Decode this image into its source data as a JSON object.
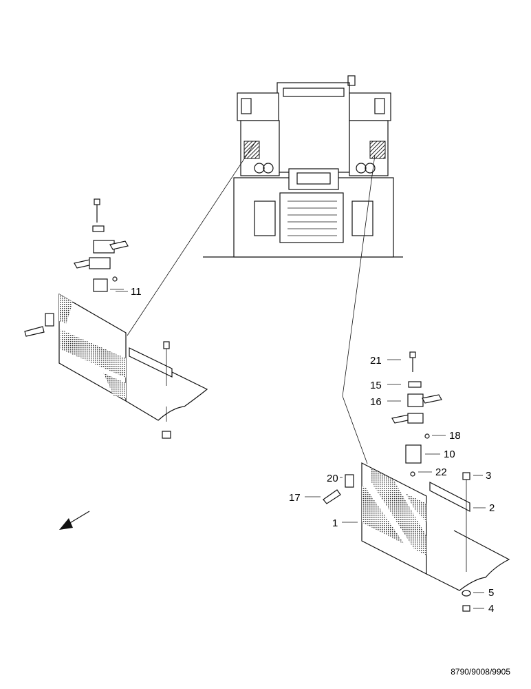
{
  "callouts": {
    "c1": "1",
    "c2": "2",
    "c3": "3",
    "c4": "4",
    "c5": "5",
    "c10": "10",
    "c11": "11",
    "c15": "15",
    "c16": "16",
    "c17": "17",
    "c18": "18",
    "c20": "20",
    "c21": "21",
    "c22": "22"
  },
  "document_number": "8790/9008/9905"
}
